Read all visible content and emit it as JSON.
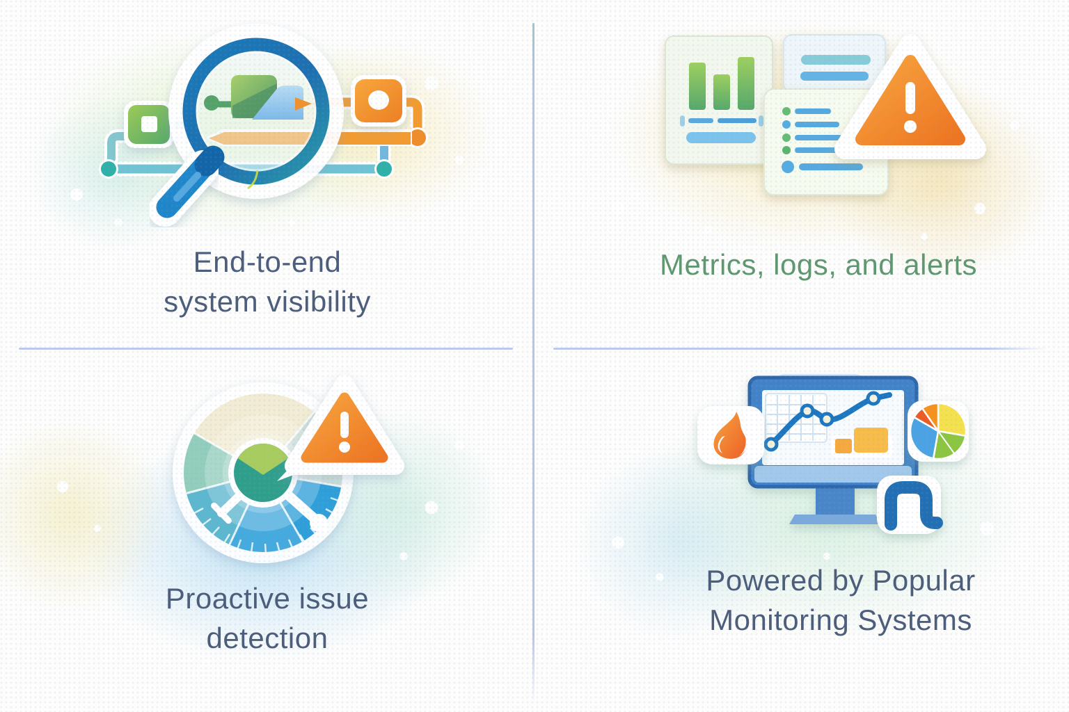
{
  "page": {
    "description": "Four-panel monitoring product feature infographic",
    "divider_color": "#bcc8ec",
    "background": "#fdfdfc"
  },
  "panels": [
    {
      "id": "end-to-end-visibility",
      "lines": [
        "End-to-end",
        "system visibility"
      ],
      "text_color": "#4d5e7c",
      "icons": [
        "magnifier-icon",
        "green-service-node-icon",
        "orange-service-node-icon",
        "pipeline-connectors"
      ]
    },
    {
      "id": "metrics-logs-alerts",
      "lines": [
        "Metrics, logs, and alerts"
      ],
      "text_color": "#5e9770",
      "icons": [
        "bar-chart-card",
        "message-card",
        "log-list-card",
        "warning-triangle-icon"
      ]
    },
    {
      "id": "proactive-issue-detection",
      "lines": [
        "Proactive issue",
        "detection"
      ],
      "text_color": "#4d5e7c",
      "icons": [
        "gauge-icon",
        "warning-triangle-icon"
      ]
    },
    {
      "id": "powered-by-monitoring-systems",
      "lines": [
        "Powered by Popular",
        "Monitoring Systems"
      ],
      "text_color": "#4d5e7c",
      "icons": [
        "monitor-icon",
        "line-chart-icon",
        "flame-icon",
        "pie-chart-icon",
        "n-logo-icon"
      ]
    }
  ],
  "colors": {
    "accent_blue": "#1e86c9",
    "accent_teal": "#2fb0a8",
    "accent_green": "#8cc63f",
    "accent_orange": "#f6921e",
    "alert_orange": "#ef7a1e",
    "title_slate": "#4d5e7c",
    "title_green": "#5e9770"
  }
}
